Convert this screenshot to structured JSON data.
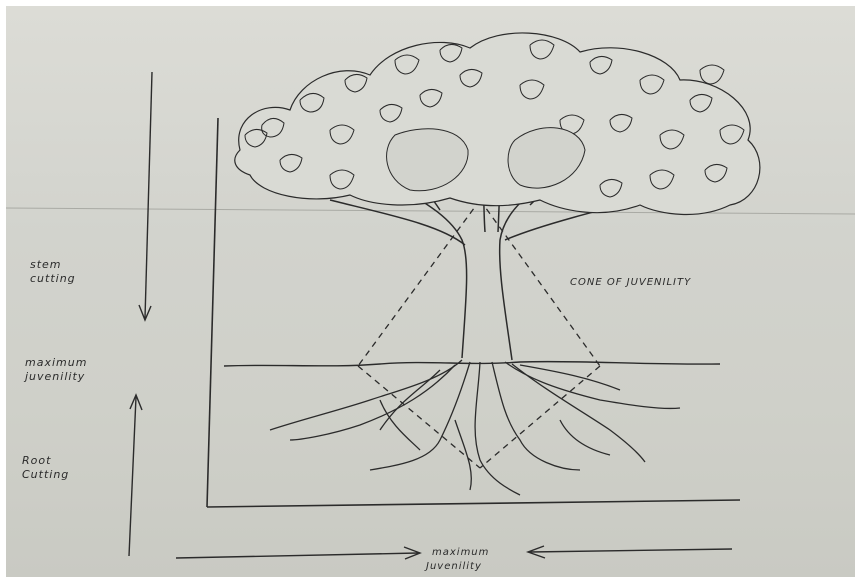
{
  "diagram": {
    "labels": {
      "stem_cutting_line1": "stem",
      "stem_cutting_line2": "cutting",
      "maximum_juvenility_left_line1": "maximum",
      "maximum_juvenility_left_line2": "juvenility",
      "root_cutting_line1": "Root",
      "root_cutting_line2": "Cutting",
      "cone_of_juvenility": "CONE OF JUVENILITY",
      "maximum_juvenility_bottom_line1": "maximum",
      "maximum_juvenility_bottom_line2": "Juvenility"
    },
    "colors": {
      "ink": "#2b2b2b",
      "paper": "#d2d3cd"
    }
  }
}
